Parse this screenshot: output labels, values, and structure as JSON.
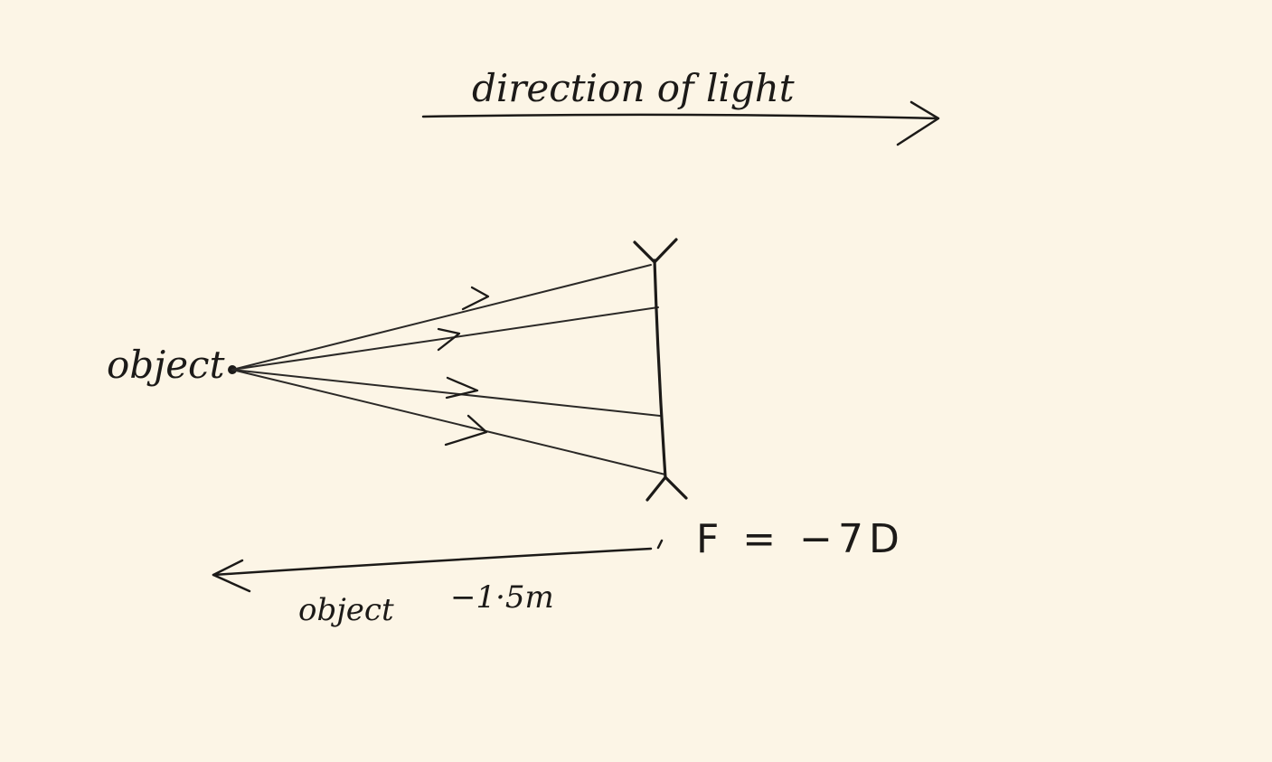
{
  "diagram": {
    "title": "direction of light",
    "object_label": "object",
    "lens_power": "F = −7D",
    "distance": {
      "label": "object",
      "value": "−1·5m"
    }
  },
  "colors": {
    "paper": "#fcf5e6",
    "ink": "#1c1a18"
  }
}
